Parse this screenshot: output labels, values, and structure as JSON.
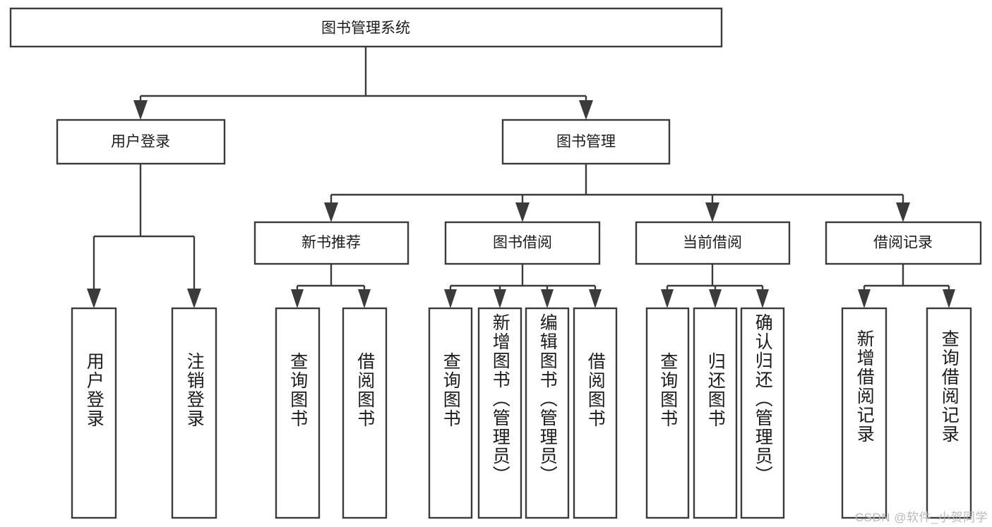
{
  "diagram": {
    "title": "图书管理系统",
    "type": "functional-decomposition-tree",
    "orientation": "top-down",
    "colors": {
      "box_stroke": "#3b3b3b",
      "box_fill": "#ffffff",
      "connector": "#3b3b3b",
      "text": "#1b1b1b",
      "background": "#ffffff",
      "watermark": "#b9b9b9"
    },
    "levels": [
      {
        "level": 1,
        "nodes": [
          {
            "id": "root",
            "label": "图书管理系统",
            "orientation": "horizontal"
          }
        ]
      },
      {
        "level": 2,
        "nodes": [
          {
            "id": "user-login",
            "label": "用户登录",
            "parent": "root",
            "orientation": "horizontal"
          },
          {
            "id": "book-manage",
            "label": "图书管理",
            "parent": "root",
            "orientation": "horizontal"
          }
        ]
      },
      {
        "level": 3,
        "nodes": [
          {
            "id": "new-book-rec",
            "label": "新书推荐",
            "parent": "book-manage",
            "orientation": "horizontal"
          },
          {
            "id": "book-borrow",
            "label": "图书借阅",
            "parent": "book-manage",
            "orientation": "horizontal"
          },
          {
            "id": "current-borrow",
            "label": "当前借阅",
            "parent": "book-manage",
            "orientation": "horizontal"
          },
          {
            "id": "borrow-record",
            "label": "借阅记录",
            "parent": "book-manage",
            "orientation": "horizontal"
          }
        ]
      },
      {
        "level": 4,
        "nodes": [
          {
            "id": "leaf-1",
            "label": "用户登录",
            "parent": "user-login",
            "orientation": "vertical"
          },
          {
            "id": "leaf-2",
            "label": "注销登录",
            "parent": "user-login",
            "orientation": "vertical"
          },
          {
            "id": "leaf-3",
            "label": "查询图书",
            "parent": "new-book-rec",
            "orientation": "vertical"
          },
          {
            "id": "leaf-4",
            "label": "借阅图书",
            "parent": "new-book-rec",
            "orientation": "vertical"
          },
          {
            "id": "leaf-5",
            "label": "查询图书",
            "parent": "book-borrow",
            "orientation": "vertical"
          },
          {
            "id": "leaf-6",
            "label": "新增图书（管理员）",
            "parent": "book-borrow",
            "orientation": "vertical"
          },
          {
            "id": "leaf-7",
            "label": "编辑图书（管理员）",
            "parent": "book-borrow",
            "orientation": "vertical"
          },
          {
            "id": "leaf-8",
            "label": "借阅图书",
            "parent": "book-borrow",
            "orientation": "vertical"
          },
          {
            "id": "leaf-9",
            "label": "查询图书",
            "parent": "current-borrow",
            "orientation": "vertical"
          },
          {
            "id": "leaf-10",
            "label": "归还图书",
            "parent": "current-borrow",
            "orientation": "vertical"
          },
          {
            "id": "leaf-11",
            "label": "确认归还（管理员）",
            "parent": "current-borrow",
            "orientation": "vertical"
          },
          {
            "id": "leaf-12",
            "label": "新增借阅记录",
            "parent": "borrow-record",
            "orientation": "vertical"
          },
          {
            "id": "leaf-13",
            "label": "查询借阅记录",
            "parent": "borrow-record",
            "orientation": "vertical"
          }
        ]
      }
    ]
  },
  "watermark": {
    "text": "CSDN @软件_小贺同学"
  }
}
